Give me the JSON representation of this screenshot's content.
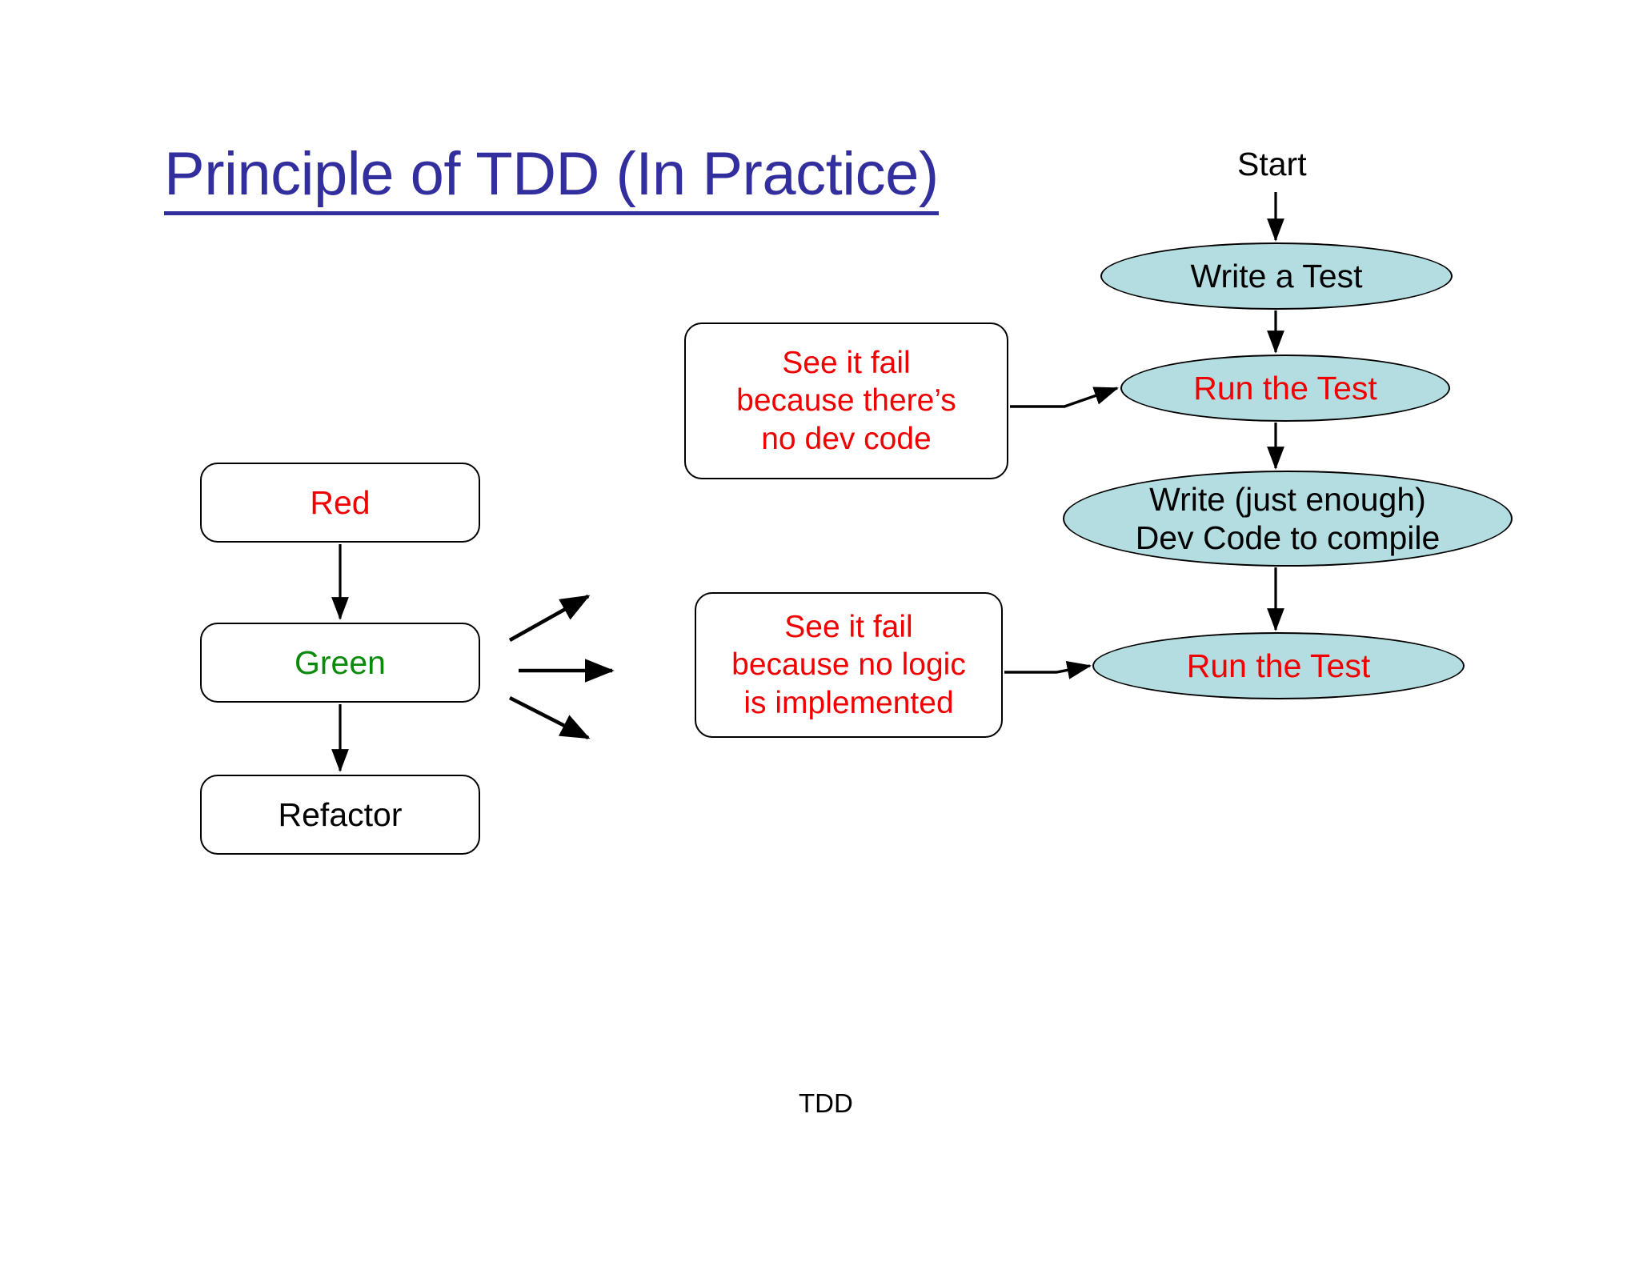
{
  "slide": {
    "title": "Principle of TDD (In Practice)",
    "footer": "TDD",
    "background": "#ffffff"
  },
  "colors": {
    "title": "#332e9e",
    "red": "#f00000",
    "green": "#0a8a0a",
    "black": "#000000",
    "ellipse_fill": "#b3dde1",
    "box_fill": "#ffffff",
    "stroke": "#000000"
  },
  "left_cycle": {
    "name": "red-green-refactor-cycle",
    "boxes": [
      {
        "id": "red",
        "label": "Red",
        "color": "#f00000"
      },
      {
        "id": "green",
        "label": "Green",
        "color": "#0a8a0a"
      },
      {
        "id": "refactor",
        "label": "Refactor",
        "color": "#000000"
      }
    ],
    "connectors": [
      {
        "from": "red",
        "to": "green",
        "direction": "down"
      },
      {
        "from": "green",
        "to": "refactor",
        "direction": "down"
      }
    ]
  },
  "fan_arrows": {
    "name": "green-to-explanations",
    "count": 3,
    "directions": [
      "up-right",
      "right",
      "down-right"
    ]
  },
  "callouts": [
    {
      "id": "callout-1",
      "lines": [
        "See it fail",
        "because there’s",
        "no dev code"
      ],
      "text": "See it fail because there’s no dev code",
      "color": "#f00000",
      "points_to": "ell-run-test-1"
    },
    {
      "id": "callout-2",
      "lines": [
        "See it fail",
        "because no logic",
        "is implemented"
      ],
      "text": "See it fail because no logic is implemented",
      "color": "#f00000",
      "points_to": "ell-run-test-2"
    }
  ],
  "flow": {
    "name": "tdd-practice-flow",
    "start_label": "Start",
    "nodes": [
      {
        "id": "write-test",
        "lines": [
          "Write a Test"
        ],
        "color": "#000000",
        "fill": "#b3dde1"
      },
      {
        "id": "run-test-1",
        "lines": [
          "Run the Test"
        ],
        "color": "#f00000",
        "fill": "#b3dde1"
      },
      {
        "id": "write-code",
        "lines": [
          "Write (just enough)",
          "Dev Code to compile"
        ],
        "color": "#000000",
        "fill": "#b3dde1"
      },
      {
        "id": "run-test-2",
        "lines": [
          "Run the Test"
        ],
        "color": "#f00000",
        "fill": "#b3dde1"
      }
    ],
    "edges": [
      {
        "from": "start",
        "to": "write-test"
      },
      {
        "from": "write-test",
        "to": "run-test-1"
      },
      {
        "from": "run-test-1",
        "to": "write-code"
      },
      {
        "from": "write-code",
        "to": "run-test-2"
      }
    ]
  }
}
